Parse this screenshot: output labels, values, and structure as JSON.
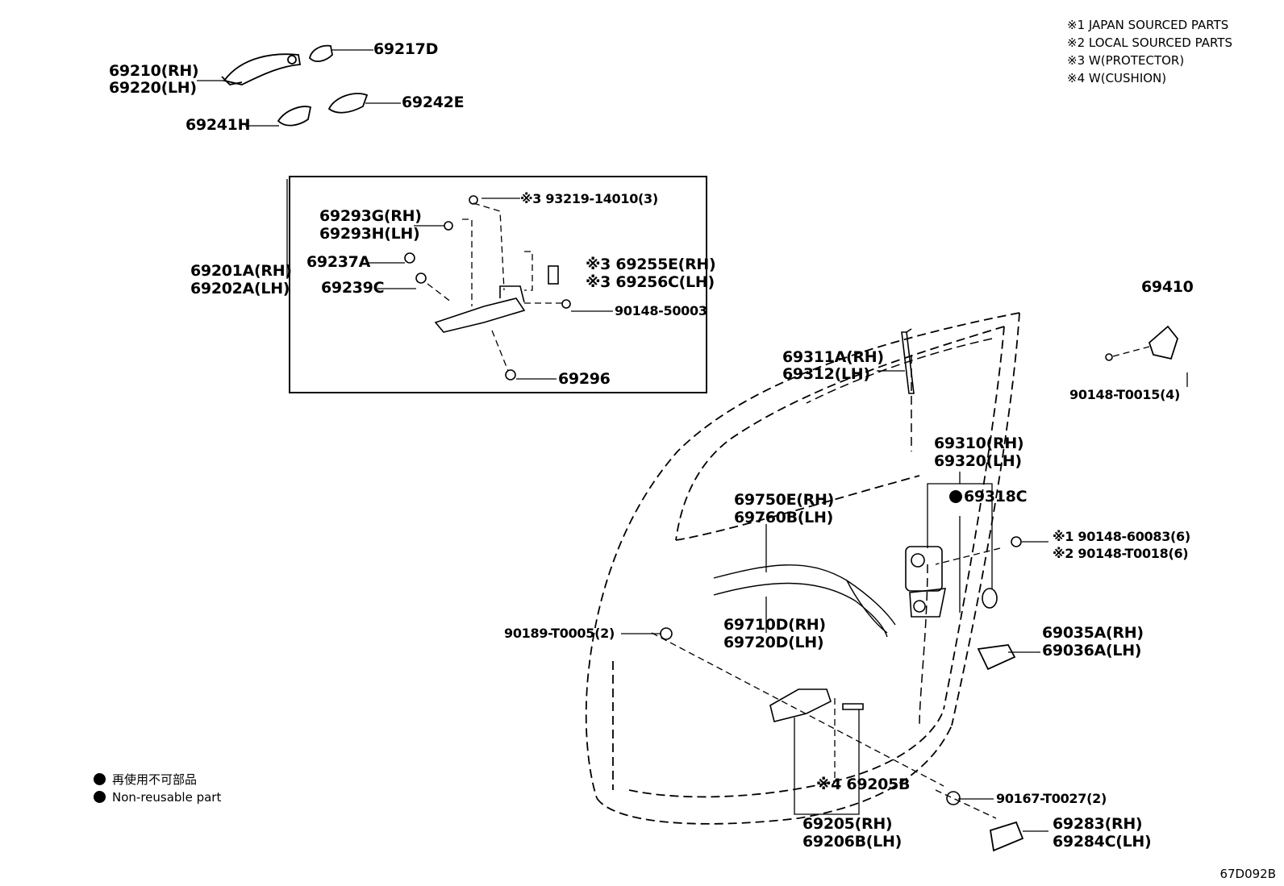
{
  "notes": [
    "※1 JAPAN SOURCED PARTS",
    "※2 LOCAL SOURCED PARTS",
    "※3 W(PROTECTOR)",
    "※4 W(CUSHION)"
  ],
  "labels": {
    "p69210": "69210(RH)",
    "p69220": "69220(LH)",
    "p69217D": "69217D",
    "p69241H": "69241H",
    "p69242E": "69242E",
    "p93219": "※3 93219-14010(3)",
    "p69293G": "69293G(RH)",
    "p69293H": "69293H(LH)",
    "p69237A": "69237A",
    "p69201A": "69201A(RH)",
    "p69202A": "69202A(LH)",
    "p69239C": "69239C",
    "p69255E": "※3 69255E(RH)",
    "p69256C": "※3 69256C(LH)",
    "p90148_50003": "90148-50003",
    "p69296": "69296",
    "p69410": "69410",
    "p90148_T0015": "90148-T0015(4)",
    "p69311A": "69311A(RH)",
    "p69312": "69312(LH)",
    "p69310": "69310(RH)",
    "p69320": "69320(LH)",
    "p69318C": "69318C",
    "p69750E": "69750E(RH)",
    "p69760B": "69760B(LH)",
    "p90148_60083": "※1 90148-60083(6)",
    "p90148_T0018": "※2 90148-T0018(6)",
    "p90189": "90189-T0005(2)",
    "p69710D": "69710D(RH)",
    "p69720D": "69720D(LH)",
    "p69035A": "69035A(RH)",
    "p69036A": "69036A(LH)",
    "p69205B": "※4 69205B",
    "p90167": "90167-T0027(2)",
    "p69205": "69205(RH)",
    "p69206B": "69206B(LH)",
    "p69283": "69283(RH)",
    "p69284C": "69284C(LH)"
  },
  "legend": {
    "jp": "再使用不可部品",
    "en": "Non-reusable part"
  },
  "diagram_code": "67D092B"
}
